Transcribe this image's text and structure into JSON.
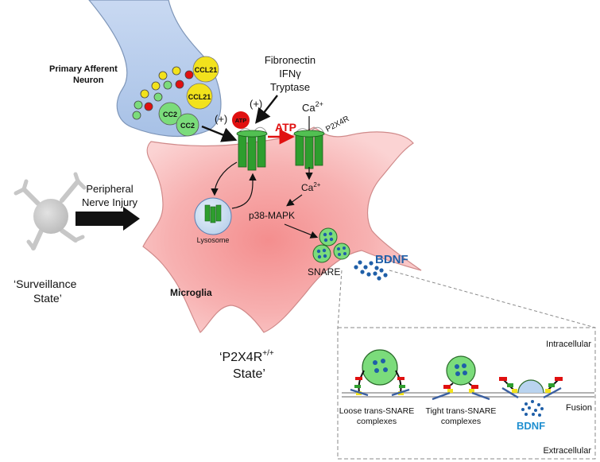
{
  "labels": {
    "primary_afferent_neuron": [
      "Primary Afferent",
      "Neuron"
    ],
    "activators": [
      "Fibronectin",
      "IFNγ",
      "Tryptase"
    ],
    "plus_left": "(+)",
    "plus_right": "(+)",
    "ccl21_a": "CCL21",
    "ccl21_b": "CCL21",
    "cc2_a": "CC2",
    "cc2_b": "CC2",
    "atp_ball": "ATP",
    "atp_arrow": "ATP",
    "ca_top_base": "Ca",
    "ca_top_sup": "2+",
    "p2x4r": "P2X4R",
    "ca_mid_base": "Ca",
    "ca_mid_sup": "2+",
    "p38": "p38-MAPK",
    "lysosome": "Lysosome",
    "injury": [
      "Peripheral",
      "Nerve Injury"
    ],
    "surveillance": [
      "‘Surveillance",
      "State’"
    ],
    "microglia": "Microglia",
    "snare": "SNARE",
    "bdnf_main": "BDNF",
    "state_line1_base": "‘P2X4R",
    "state_line1_sup": "+/+",
    "state_line2": "State’",
    "inset": {
      "intracellular": "Intracellular",
      "extracellular": "Extracellular",
      "loose": [
        "Loose trans-SNARE",
        "complexes"
      ],
      "tight": [
        "Tight trans-SNARE",
        "complexes"
      ],
      "fusion": "Fusion",
      "bdnf": "BDNF"
    }
  },
  "colors": {
    "cell_fill": "#f4a6a6",
    "cell_stroke": "#c86a6a",
    "channel_green": "#2e9e2e",
    "vesicle_green": "#7bdc7b",
    "yellow": "#f2e21c",
    "red": "#e01010",
    "atp_arrow": "#e01010",
    "bdnf_blue": "#1f5fa8",
    "neuron_blue": "#a9c4e8"
  }
}
